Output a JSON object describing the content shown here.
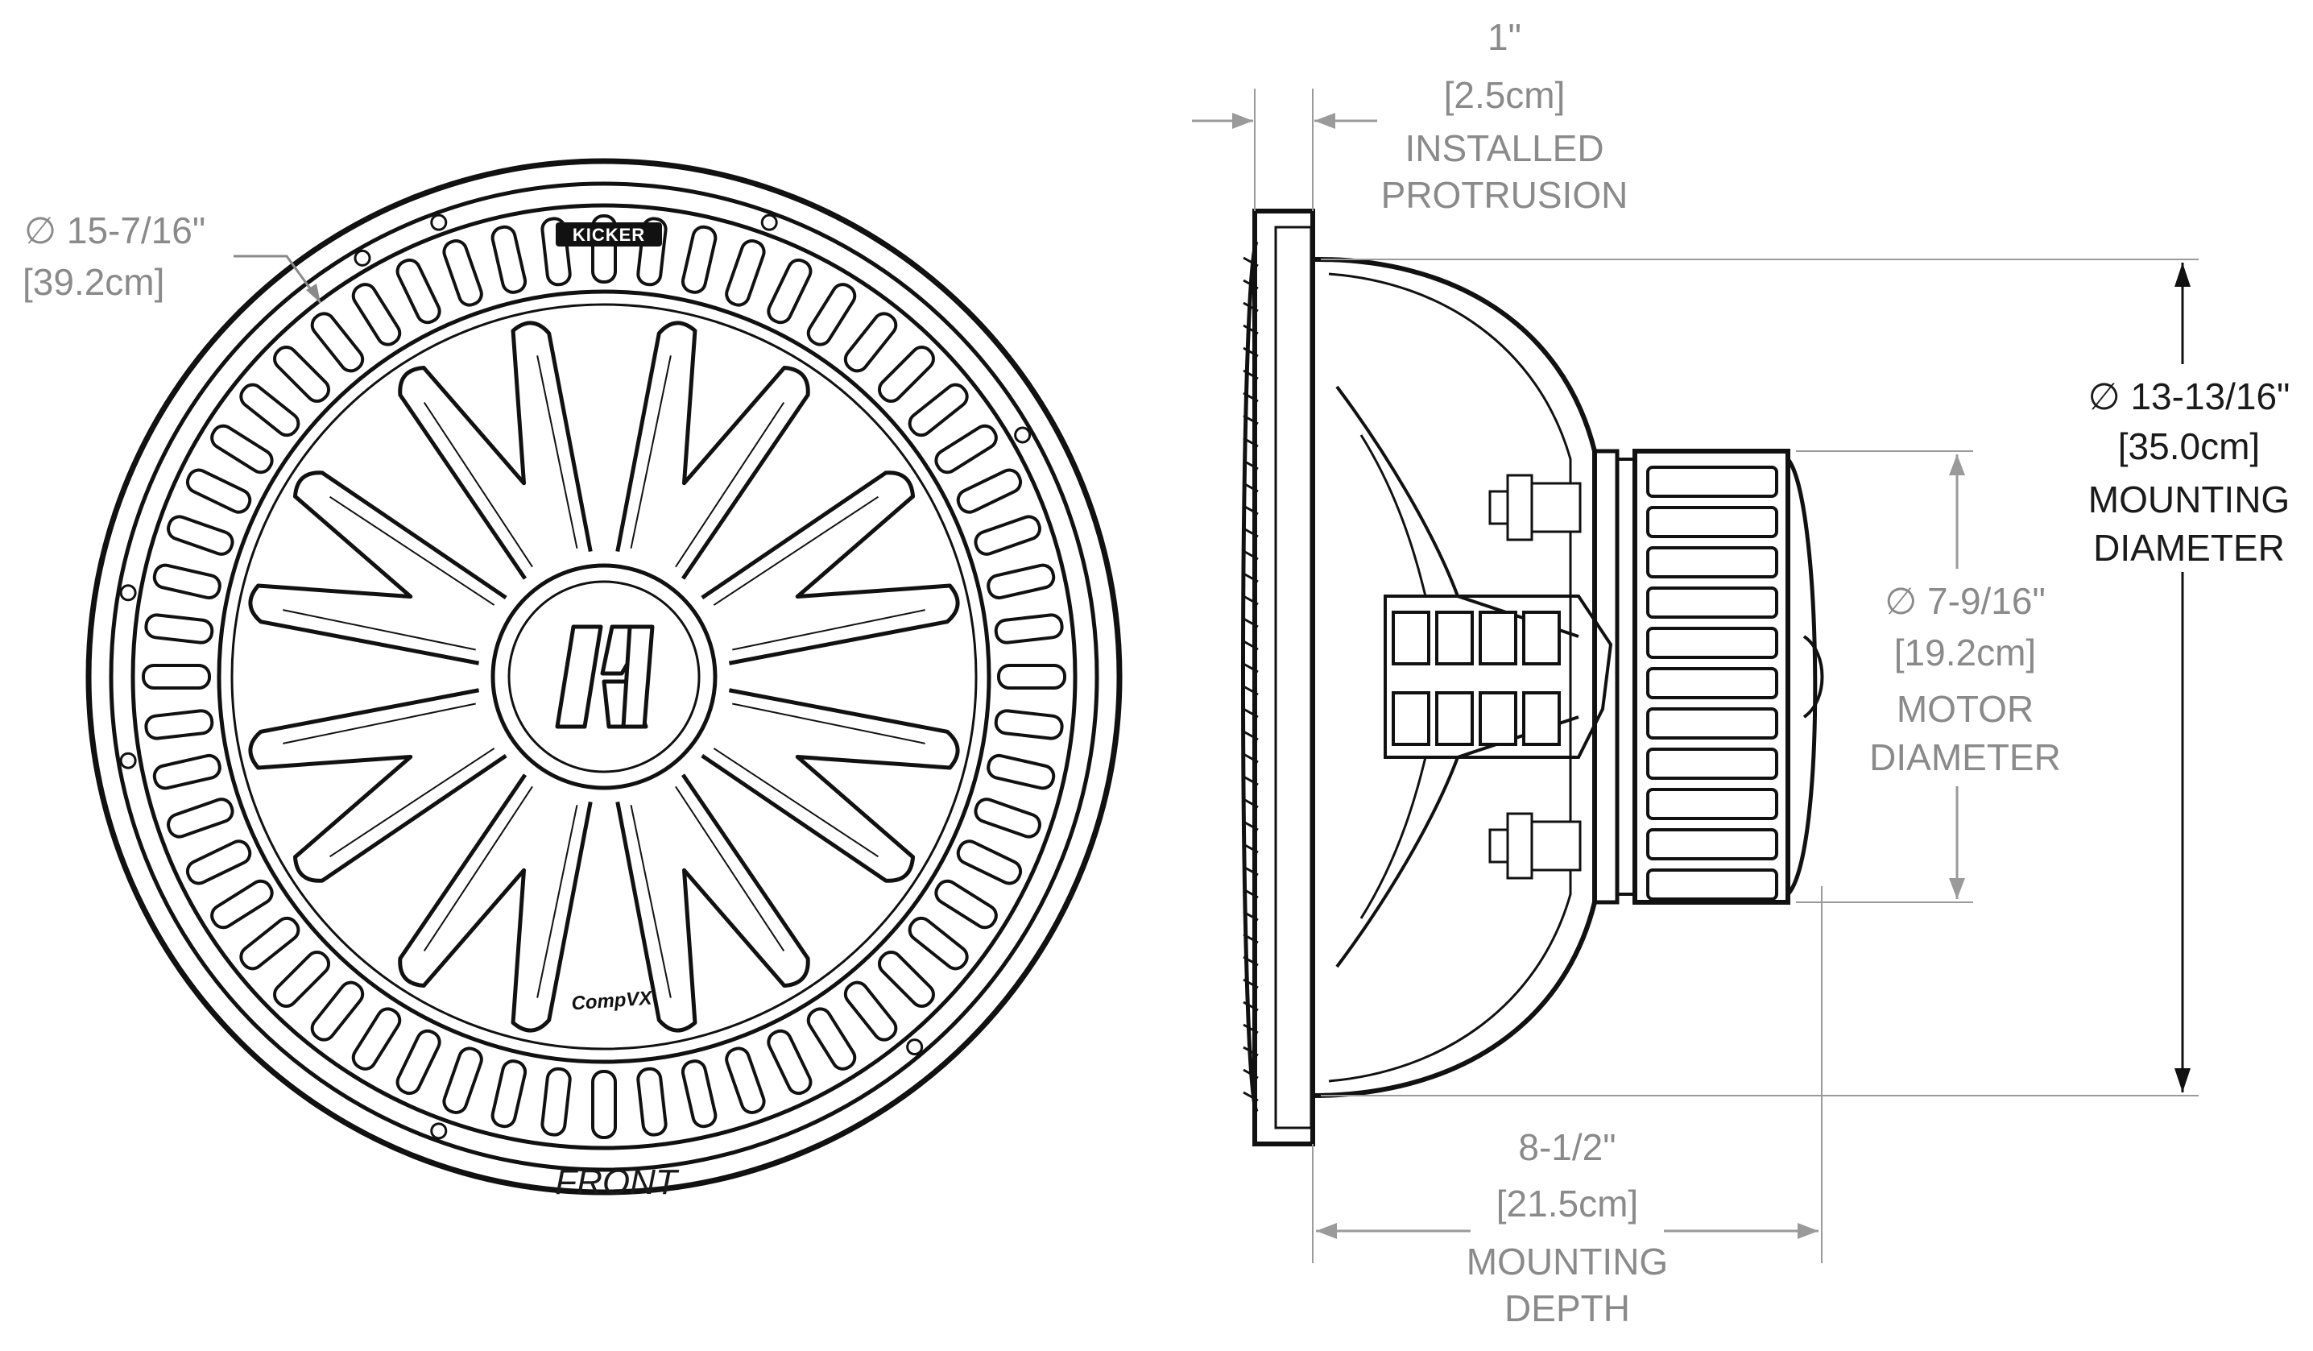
{
  "labels": {
    "front": "FRONT",
    "brand_badge": "KICKER",
    "model_badge": "CompVX"
  },
  "dimensions": {
    "overall_diameter": {
      "symbol": "∅",
      "imperial": "15-7/16\"",
      "metric": "[39.2cm]"
    },
    "installed_protrusion": {
      "imperial": "1\"",
      "metric": "[2.5cm]",
      "line1": "INSTALLED",
      "line2": "PROTRUSION"
    },
    "mounting_diameter": {
      "symbol": "∅",
      "imperial": "13-13/16\"",
      "metric": "[35.0cm]",
      "line1": "MOUNTING",
      "line2": "DIAMETER"
    },
    "motor_diameter": {
      "symbol": "∅",
      "imperial": "7-9/16\"",
      "metric": "[19.2cm]",
      "line1": "MOTOR",
      "line2": "DIAMETER"
    },
    "mounting_depth": {
      "imperial": "8-1/2\"",
      "metric": "[21.5cm]",
      "line1": "MOUNTING",
      "line2": "DEPTH"
    }
  },
  "colors": {
    "line": "#111111",
    "dimension_text": "#8a8a8a",
    "dimension_line": "#9a9a9a"
  }
}
